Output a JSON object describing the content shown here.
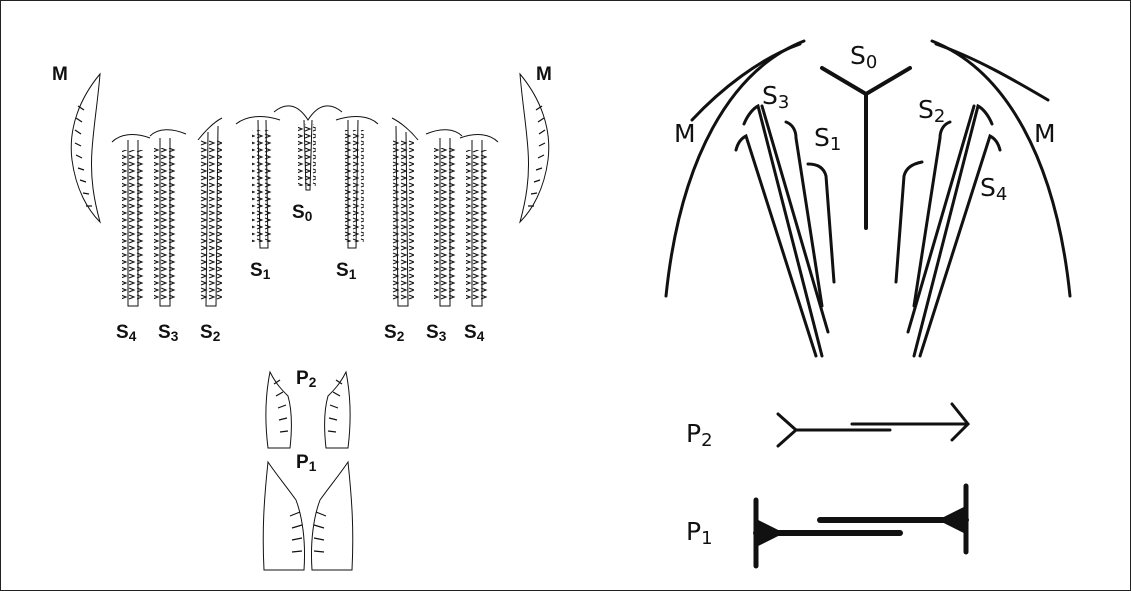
{
  "left_panel": {
    "labels": {
      "m_left": "M",
      "m_right": "M",
      "s0": "S",
      "s0_sub": "0",
      "s1_left": "S",
      "s1_left_sub": "1",
      "s1_right": "S",
      "s1_right_sub": "1",
      "s4_left": "S",
      "s4_left_sub": "4",
      "s3_left": "S",
      "s3_left_sub": "3",
      "s2_left": "S",
      "s2_left_sub": "2",
      "s2_right": "S",
      "s2_right_sub": "2",
      "s3_right": "S",
      "s3_right_sub": "3",
      "s4_right": "S",
      "s4_right_sub": "4",
      "p2": "P",
      "p2_sub": "2",
      "p1": "P",
      "p1_sub": "1"
    }
  },
  "right_panel": {
    "labels": {
      "s0": "S",
      "s0_sub": "0",
      "s3": "S",
      "s3_sub": "3",
      "s1": "S",
      "s1_sub": "1",
      "s2": "S",
      "s2_sub": "2",
      "s4": "S",
      "s4_sub": "4",
      "m_left": "M",
      "m_right": "M",
      "p2": "P",
      "p2_sub": "2",
      "p1": "P",
      "p1_sub": "1"
    }
  },
  "colors": {
    "ink": "#111111",
    "border": "#222222",
    "background": "#ffffff"
  }
}
